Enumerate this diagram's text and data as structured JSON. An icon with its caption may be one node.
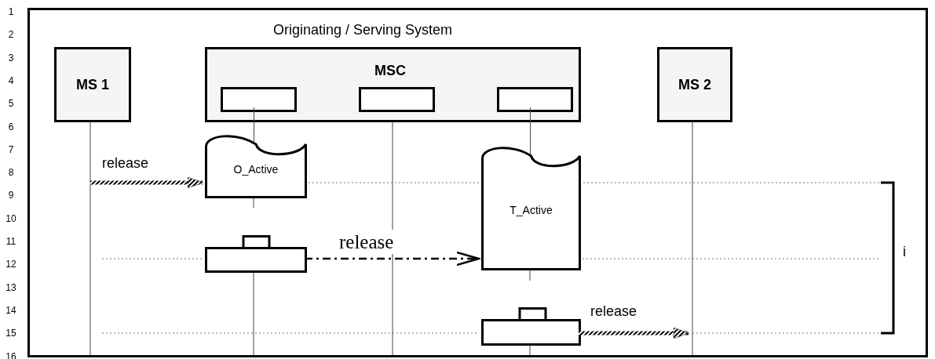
{
  "diagram": {
    "nodes": [
      {
        "text": [
          "Originating / Serving System"
        ]
      },
      {
        "text": [
          "MS 1"
        ],
        "in": 0
      },
      {
        "text": [
          "MSC"
        ],
        "in": 0
      },
      {
        "text": [],
        "shape": "box",
        "in": 2
      },
      {
        "text": [],
        "shape": "box",
        "in": 2
      },
      {
        "text": [],
        "shape": "box",
        "in": 2
      },
      {
        "text": [
          "MS 2"
        ],
        "in": 0
      },
      {
        "text": [
          "O_Active"
        ],
        "in": 0
      },
      {
        "text": [
          "T_Active"
        ],
        "in": 0
      },
      {
        "text": [],
        "shape": "box",
        "in": 0
      },
      {
        "text": [],
        "shape": "box",
        "in": 0
      }
    ],
    "edges": [
      {
        "from": null,
        "to": 7,
        "arrow": "to",
        "label": "release",
        "style": "thick"
      },
      {
        "from": 9,
        "to": 8,
        "arrow": "to",
        "label": "release",
        "style": "dashed"
      },
      {
        "from": 10,
        "to": null,
        "arrow": "to",
        "label": "release",
        "style": "thick"
      },
      {
        "from": 3,
        "to": 7,
        "arrow": "none"
      },
      {
        "from": 5,
        "to": 8,
        "arrow": "none"
      }
    ],
    "labels": [
      "1",
      "2",
      "3",
      "4",
      "5",
      "6",
      "7",
      "8",
      "9",
      "10",
      "11",
      "12",
      "13",
      "14",
      "15",
      "16",
      "i"
    ]
  }
}
